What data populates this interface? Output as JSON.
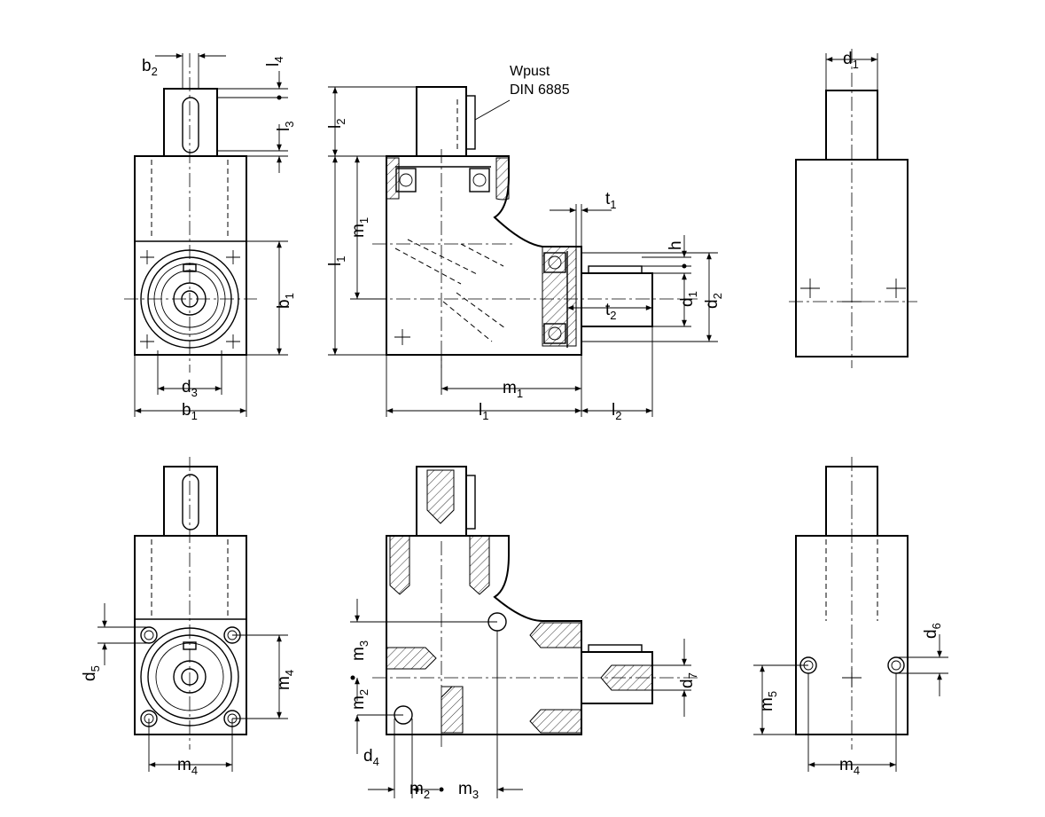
{
  "note": {
    "line1": "Wpust",
    "line2": "DIN 6885"
  },
  "labels": {
    "b2": {
      "b": "b",
      "s": "2"
    },
    "l4": {
      "b": "l",
      "s": "4"
    },
    "l3": {
      "b": "l",
      "s": "3"
    },
    "b1_right": {
      "b": "b",
      "s": "1"
    },
    "d3": {
      "b": "d",
      "s": "3"
    },
    "b1_bottom": {
      "b": "b",
      "s": "1"
    },
    "l2_left": {
      "b": "l",
      "s": "2"
    },
    "m1_vert": {
      "b": "m",
      "s": "1"
    },
    "l1_vert": {
      "b": "l",
      "s": "1"
    },
    "t1": {
      "b": "t",
      "s": "1"
    },
    "h": {
      "b": "h",
      "s": ""
    },
    "t2": {
      "b": "t",
      "s": "2"
    },
    "d1_right": {
      "b": "d",
      "s": "1"
    },
    "d2": {
      "b": "d",
      "s": "2"
    },
    "m1_horiz": {
      "b": "m",
      "s": "1"
    },
    "l1_horiz": {
      "b": "l",
      "s": "1"
    },
    "l2_bottom": {
      "b": "l",
      "s": "2"
    },
    "d1_top": {
      "b": "d",
      "s": "1"
    },
    "d5": {
      "b": "d",
      "s": "5"
    },
    "m4_vert": {
      "b": "m",
      "s": "4"
    },
    "m4_bottom_left": {
      "b": "m",
      "s": "4"
    },
    "m3_vert": {
      "b": "m",
      "s": "3"
    },
    "m2_vert": {
      "b": "m",
      "s": "2"
    },
    "d4": {
      "b": "d",
      "s": "4"
    },
    "m2_bottom": {
      "b": "m",
      "s": "2"
    },
    "m3_bottom": {
      "b": "m",
      "s": "3"
    },
    "d7": {
      "b": "d",
      "s": "7"
    },
    "d6": {
      "b": "d",
      "s": "6"
    },
    "m5": {
      "b": "m",
      "s": "5"
    },
    "m4_bottom_right": {
      "b": "m",
      "s": "4"
    }
  }
}
